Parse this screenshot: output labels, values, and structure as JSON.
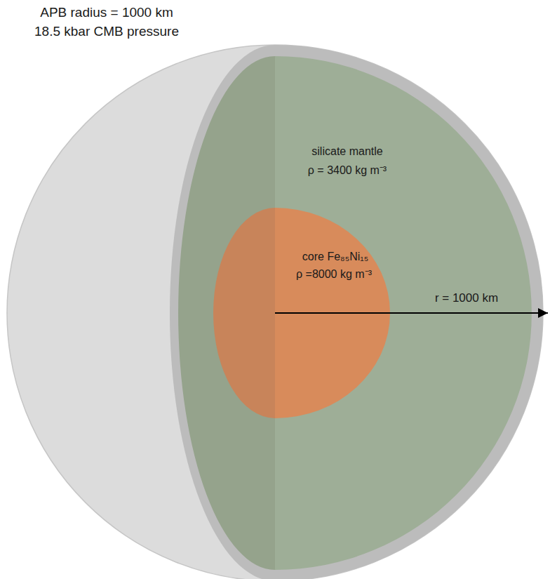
{
  "diagram": {
    "nodes": [
      {
        "text": [
          "silicate mantle",
          "ρ = 3400 kg m⁻³"
        ]
      },
      {
        "text": [
          "core Fe₈₅Ni₁₅",
          "ρ =8000 kg m⁻³"
        ],
        "in": 0
      }
    ],
    "labels": [
      "APB radius = 1000 km",
      "18.5 kbar CMB pressure",
      "r = 1000 km"
    ]
  }
}
